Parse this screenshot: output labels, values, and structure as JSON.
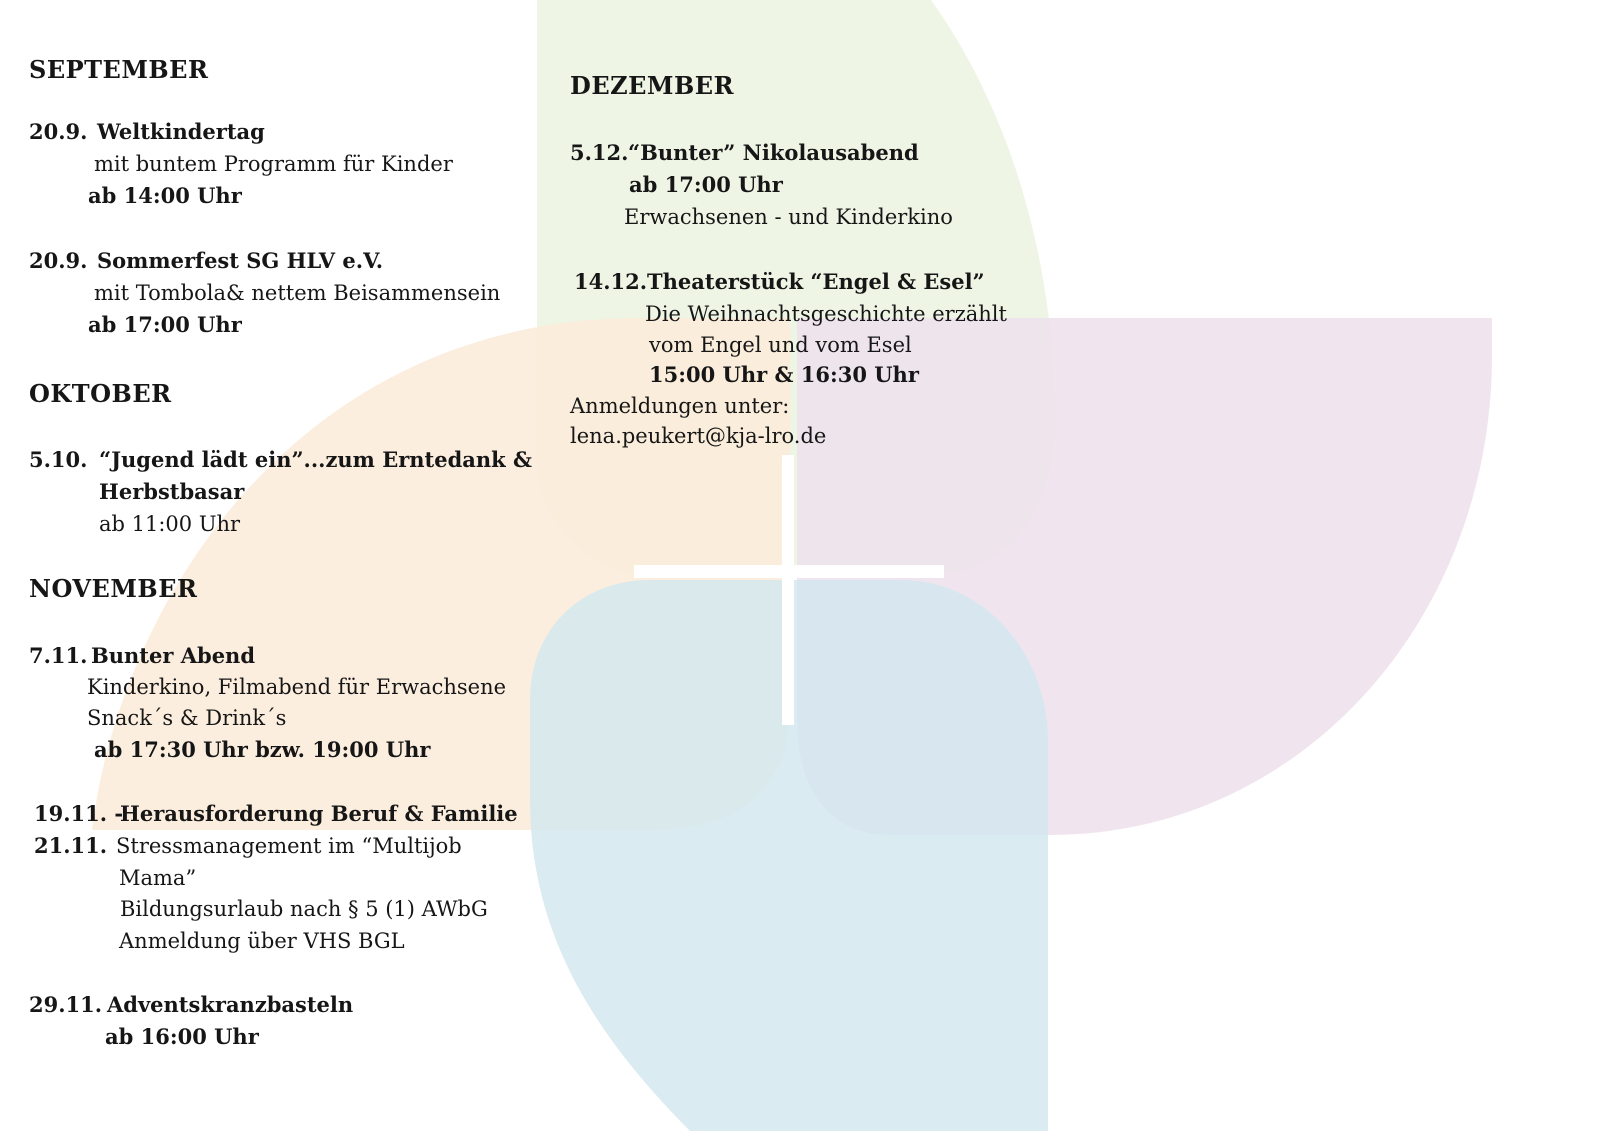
{
  "background": {
    "colors": {
      "petal_green": "#ebf3e1",
      "petal_orange": "#fcebd9",
      "petal_purple": "#ede0ec",
      "petal_blue": "#d3e7ee",
      "cross": "#ffffff"
    }
  },
  "september": {
    "heading": "SEPTEMBER",
    "events": [
      {
        "date": "20.9.",
        "title": "Weltkindertag",
        "desc": "mit buntem Programm für Kinder",
        "time": "ab 14:00 Uhr"
      },
      {
        "date": "20.9.",
        "title": "Sommerfest SG HLV e.V.",
        "desc": "mit Tombola& nettem Beisammensein",
        "time": "ab 17:00 Uhr"
      }
    ]
  },
  "oktober": {
    "heading": "OKTOBER",
    "events": [
      {
        "date": "5.10.",
        "title_line1": "“Jugend lädt ein”...zum Erntedank &",
        "title_line2": "Herbstbasar",
        "time": "ab 11:00 Uhr"
      }
    ]
  },
  "november": {
    "heading": "NOVEMBER",
    "events": [
      {
        "date": "7.11.",
        "title": "Bunter Abend",
        "desc_line1": "Kinderkino, Filmabend für Erwachsene",
        "desc_line2": "Snack´s & Drink´s",
        "time": "ab 17:30 Uhr bzw. 19:00 Uhr"
      },
      {
        "date_line1": "19.11. -",
        "date_line2": "21.11.",
        "title": "Herausforderung Beruf & Familie",
        "desc_line1": "Stressmanagement im “Multijob",
        "desc_line2": "Mama”",
        "desc_line3": "Bildungsurlaub nach § 5 (1) AWbG",
        "desc_line4": "Anmeldung über VHS BGL"
      },
      {
        "date": "29.11.",
        "title": "Adventskranzbasteln",
        "time": "ab 16:00 Uhr"
      }
    ]
  },
  "dezember": {
    "heading": "DEZEMBER",
    "events": [
      {
        "date": "5.12.",
        "title": "“Bunter” Nikolausabend",
        "time": "ab 17:00 Uhr",
        "desc": "Erwachsenen - und Kinderkino"
      },
      {
        "date": "14.12.",
        "title": "Theaterstück “Engel & Esel”",
        "desc_line1": "Die Weihnachtsgeschichte erzählt",
        "desc_line2": "vom Engel und vom Esel",
        "time": "15:00 Uhr & 16:30 Uhr"
      }
    ],
    "registration_label": "Anmeldungen unter:",
    "registration_email": "lena.peukert@kja-lro.de"
  }
}
